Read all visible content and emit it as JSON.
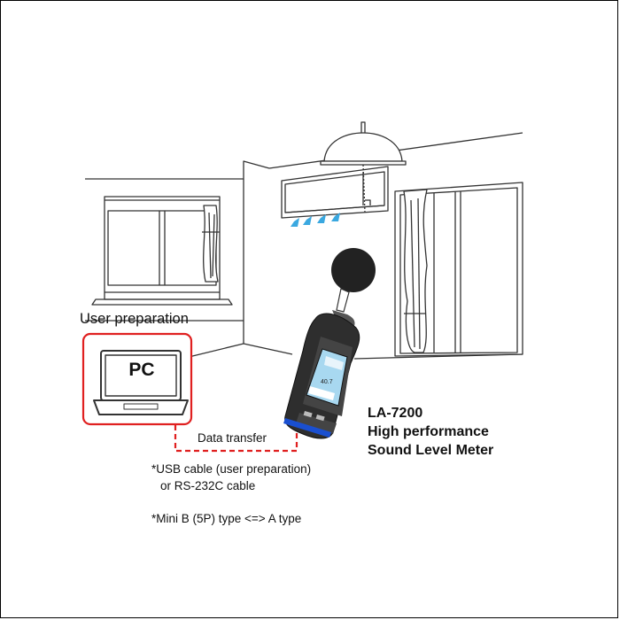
{
  "labels": {
    "user_preparation": "User preparation",
    "pc": "PC",
    "data_transfer": "Data transfer",
    "cable_note_line1": "*USB cable (user preparation)",
    "cable_note_line2": "or  RS-232C cable",
    "connector_note": "*Mini B (5P) type <=> A type",
    "product_model": "LA-7200",
    "product_line2": "High performance",
    "product_line3": "Sound Level Meter",
    "meter_screen_value": "40.7"
  },
  "colors": {
    "pc_box_border": "#e02020",
    "cable_dashed": "#e02020",
    "ac_airflow": "#3aa8e0",
    "meter_accent": "#1a4fd0",
    "meter_screen": "#a8d8f0"
  }
}
